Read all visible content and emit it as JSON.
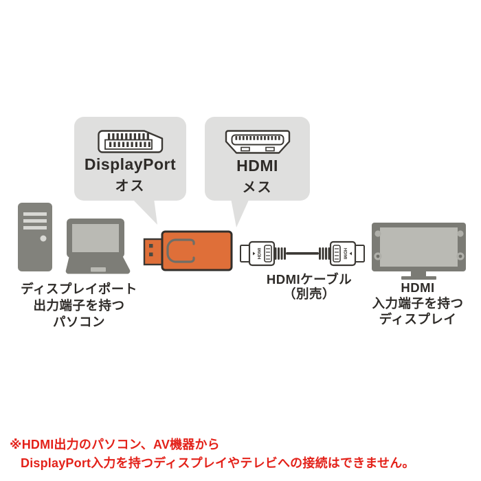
{
  "callouts": {
    "displayport": {
      "icon": "displayport-connector-icon",
      "title": "DisplayPort",
      "subtitle": "オス"
    },
    "hdmi": {
      "icon": "hdmi-connector-icon",
      "title": "HDMI",
      "subtitle": "メス"
    }
  },
  "labels": {
    "pc": {
      "line1": "ディスプレイポート",
      "line2": "出力端子を持つ",
      "line3": "パソコン"
    },
    "cable": {
      "line1": "HDMIケーブル",
      "line2": "（別売）"
    },
    "tv": {
      "line1": "HDMI",
      "line2": "入力端子を持つ",
      "line3": "ディスプレイ"
    }
  },
  "cable": {
    "connector_text": "HDMI"
  },
  "note": {
    "line1": "※HDMI出力のパソコン、AV機器から",
    "line2": "DisplayPort入力を持つディスプレイやテレビへの接続はできません。"
  },
  "colors": {
    "adapter_orange": "#DF6F39",
    "bubble_gray": "#DFDFDE",
    "device_gray": "#7D7D77",
    "device_light": "#BABAB4",
    "outline_dark": "#3B3834",
    "note_red": "#E32119",
    "label_text": "#2E2B28"
  }
}
